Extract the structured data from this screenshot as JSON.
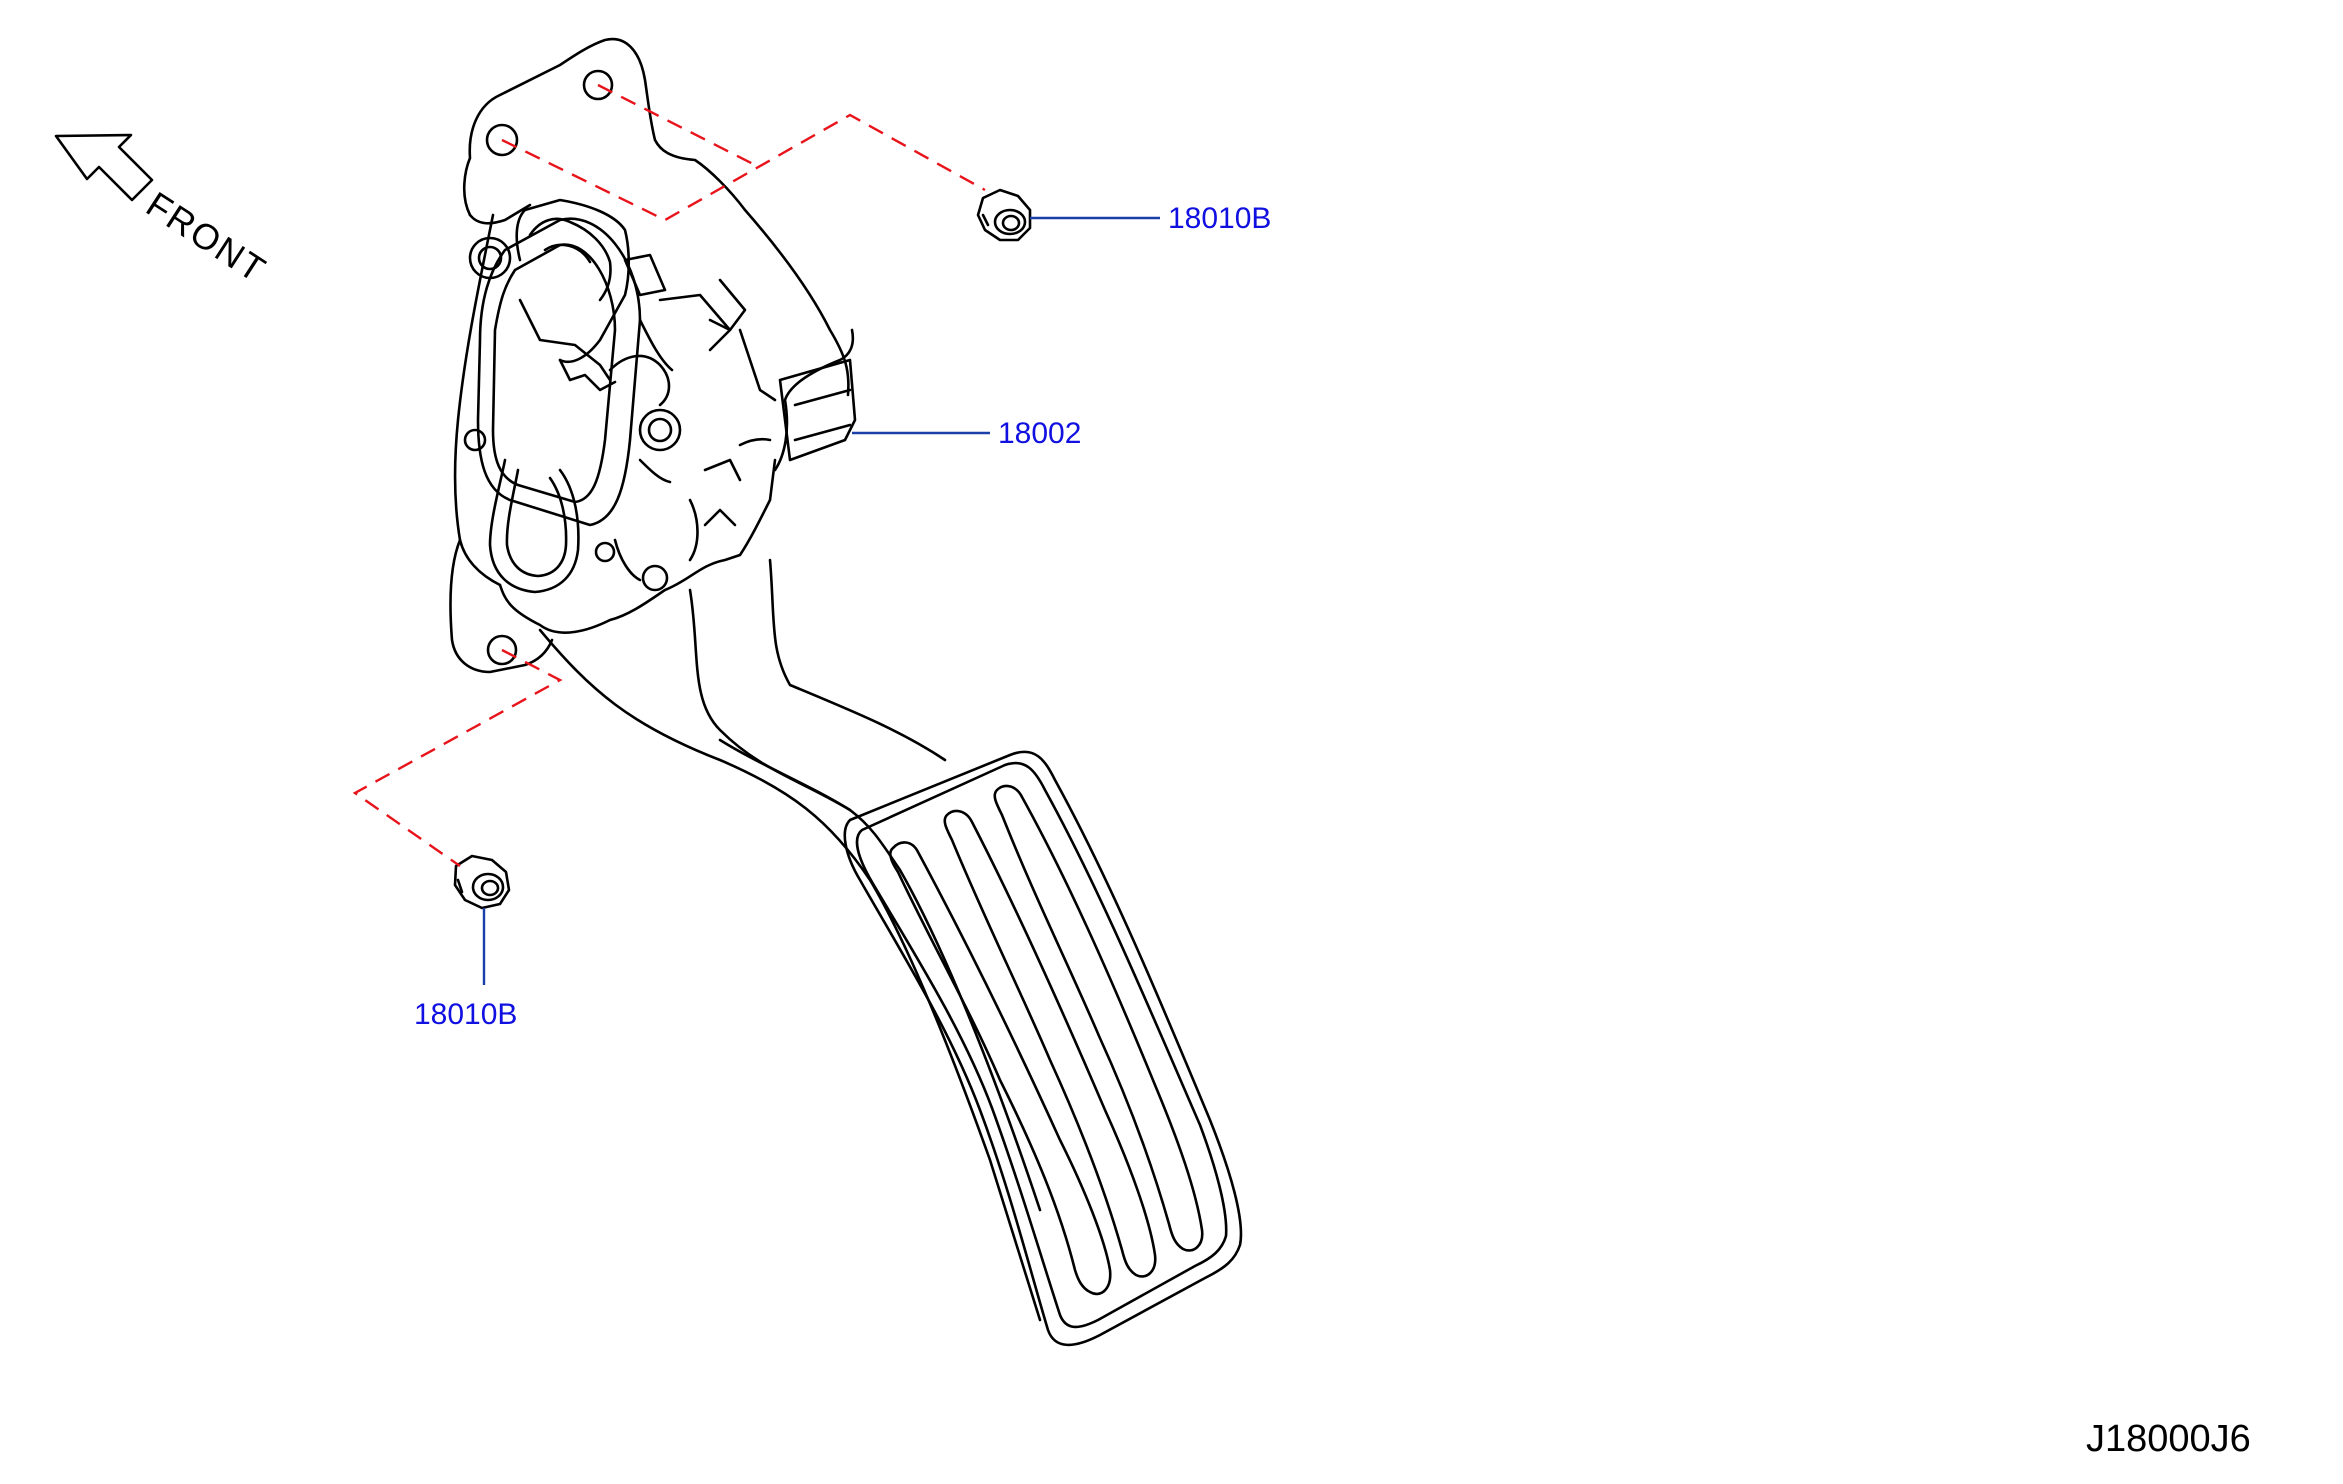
{
  "front_label": "FRONT",
  "drawing_id": "J18000J6",
  "callouts": [
    {
      "part_number": "18010B",
      "part": "nut-upper"
    },
    {
      "part_number": "18002",
      "part": "accelerator-pedal-assembly"
    },
    {
      "part_number": "18010B",
      "part": "nut-lower"
    }
  ],
  "colors": {
    "line": "#000000",
    "leader": "#1a3fa8",
    "callout_text": "#1010e0",
    "dashed": "#e8141b"
  },
  "icons": [
    "front-direction-arrow-icon"
  ]
}
